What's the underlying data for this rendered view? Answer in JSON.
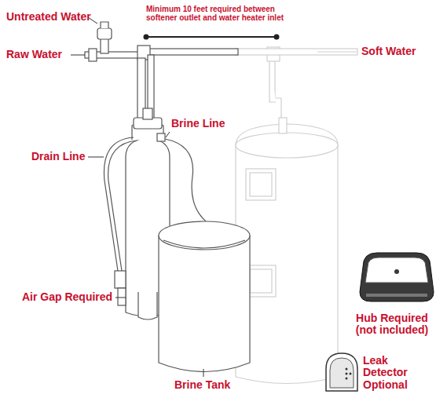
{
  "diagram": {
    "labels": [
      "Untreated Water",
      "Minimum 10 feet required between softener outlet and water heater inlet",
      "Raw Water",
      "Soft Water",
      "Brine Line",
      "Drain Line",
      "Air Gap Required",
      "Hub Required (not included)",
      "Leak Detector Optional",
      "Brine Tank"
    ]
  }
}
